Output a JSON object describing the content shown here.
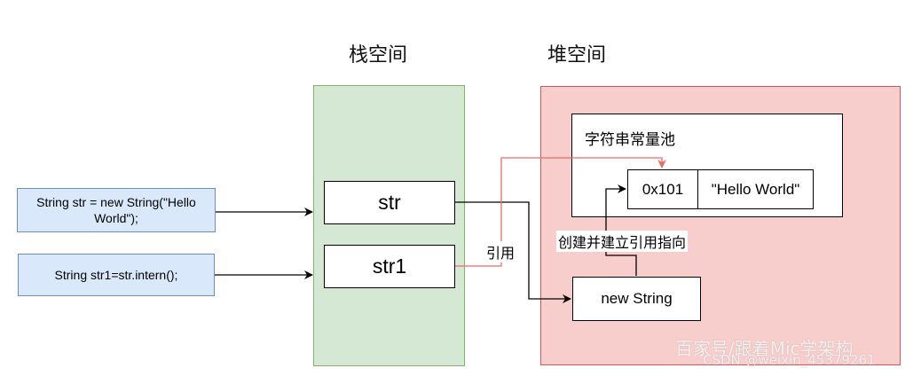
{
  "titles": {
    "stack": "栈空间",
    "heap": "堆空间"
  },
  "code": {
    "line1": "String str = new String(\"Hello World\");",
    "line2": "String str1=str.intern();"
  },
  "stack": {
    "var1": "str",
    "var2": "str1"
  },
  "heap": {
    "pool_label": "字符串常量池",
    "pool_address": "0x101",
    "pool_value": "\"Hello World\"",
    "object_label": "new String"
  },
  "labels": {
    "reference": "引用",
    "create_and_point": "创建并建立引用指向"
  },
  "watermark": {
    "line1": "百家号/跟着Mic学架构",
    "line2": "CSDN @weixin_45379261"
  },
  "colors": {
    "stack_fill": "#d5e8d4",
    "heap_fill": "#f8cecc",
    "code_fill": "#dae8fc",
    "reference_arrow": "#ea6b66"
  }
}
